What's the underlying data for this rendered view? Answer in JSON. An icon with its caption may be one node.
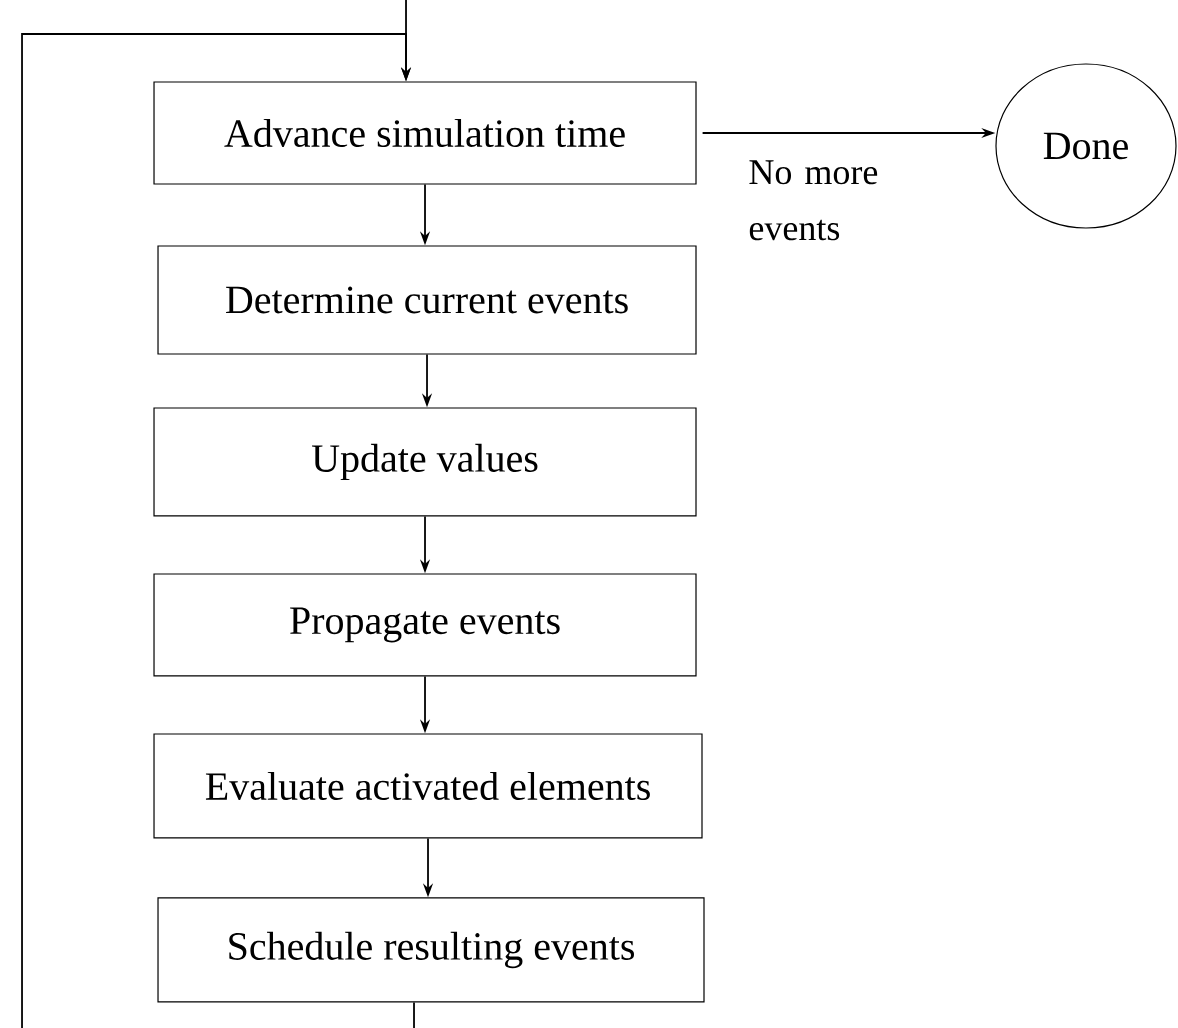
{
  "diagram": {
    "nodes": [
      {
        "text": [
          "Advance simulation time"
        ]
      },
      {
        "text": [
          "Determine current events"
        ]
      },
      {
        "text": [
          "Update values"
        ]
      },
      {
        "text": [
          "Propagate events"
        ]
      },
      {
        "text": [
          "Evaluate activated elements"
        ]
      },
      {
        "text": [
          "Schedule resulting events"
        ]
      },
      {
        "text": [
          "Done"
        ]
      }
    ],
    "edges": [
      {
        "from": null,
        "to": 0,
        "arrow": "to"
      },
      {
        "from": 0,
        "to": 1,
        "arrow": "to"
      },
      {
        "from": 1,
        "to": 2,
        "arrow": "to"
      },
      {
        "from": 2,
        "to": 3,
        "arrow": "to"
      },
      {
        "from": 3,
        "to": 4,
        "arrow": "to"
      },
      {
        "from": 4,
        "to": 5,
        "arrow": "to"
      },
      {
        "from": 5,
        "to": 0,
        "arrow": "to"
      },
      {
        "from": 0,
        "to": 6,
        "label": "No more events",
        "arrow": "to"
      }
    ]
  }
}
